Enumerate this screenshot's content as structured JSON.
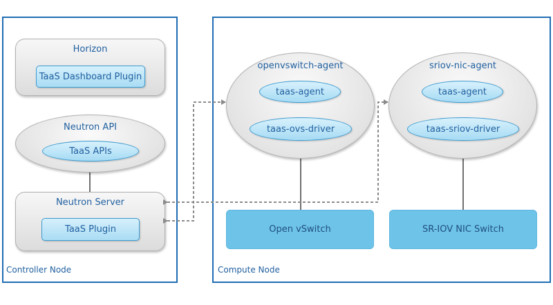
{
  "controller": {
    "label": "Controller Node",
    "horizon": {
      "title": "Horizon",
      "plugin": "TaaS Dashboard Plugin"
    },
    "neutron_api": {
      "title": "Neutron API",
      "apis": "TaaS APIs"
    },
    "neutron_server": {
      "title": "Neutron Server",
      "plugin": "TaaS Plugin"
    }
  },
  "compute": {
    "label": "Compute Node",
    "ovs_agent": {
      "title": "openvswitch-agent",
      "taas_agent": "taas-agent",
      "driver": "taas-ovs-driver"
    },
    "sriov_agent": {
      "title": "sriov-nic-agent",
      "taas_agent": "taas-agent",
      "driver": "taas-sriov-driver"
    },
    "open_vswitch": "Open vSwitch",
    "sriov_switch": "SR-IOV NIC Switch"
  },
  "colors": {
    "frame_border": "#1f6cb3",
    "text_blue": "#1f5f9f",
    "switch_fill": "#6ec3e8",
    "connector": "#707070"
  }
}
